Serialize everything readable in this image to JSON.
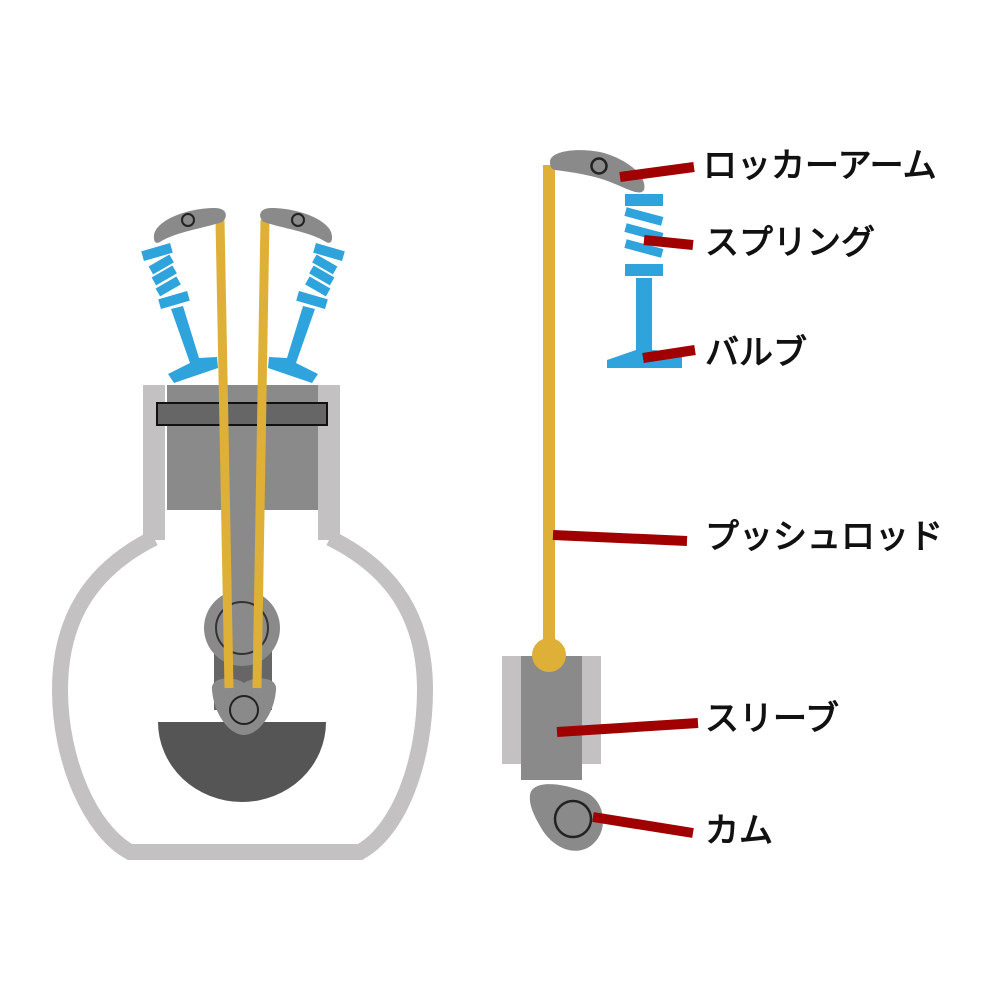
{
  "labels": {
    "rocker_arm": "ロッカーアーム",
    "spring": "スプリング",
    "valve": "バルブ",
    "pushrod": "プッシュロッド",
    "sleeve": "スリーブ",
    "cam": "カム"
  },
  "colors": {
    "body": "#c3c1c1",
    "metal": "#8a8a8a",
    "dark_metal": "#555555",
    "pushrod": "#dfb038",
    "spring_valve": "#2ea3dc",
    "leader": "#a00000"
  }
}
